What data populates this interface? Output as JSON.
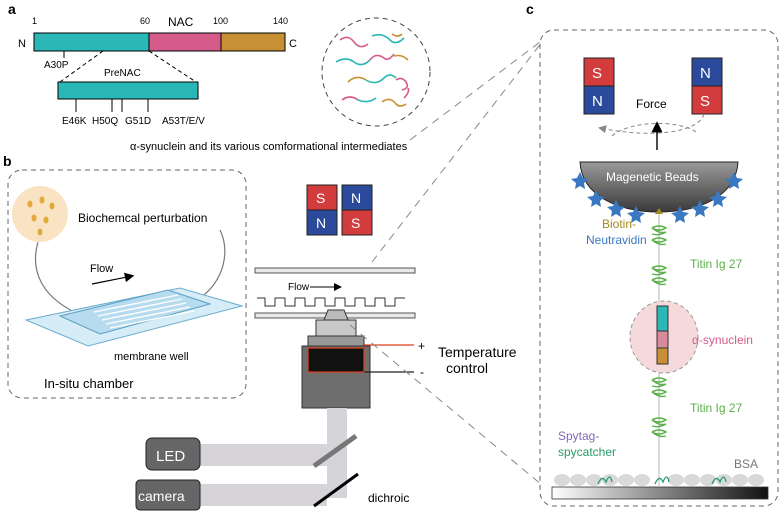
{
  "panel_a": {
    "letter": "a",
    "nac_label": "NAC",
    "n_term": "N",
    "c_term": "C",
    "positions": [
      "1",
      "60",
      "100",
      "140"
    ],
    "a30p": "A30P",
    "prenac": "PreNAC",
    "mutations": [
      "E46K",
      "H50Q",
      "G51D",
      "A53T/E/V"
    ],
    "caption": "α-synuclein and its various comformational intermediates",
    "colors": {
      "n_domain": "#2bb7b5",
      "nac": "#d45b8a",
      "c_domain": "#c79034"
    }
  },
  "panel_b": {
    "letter": "b",
    "perturbation": "Biochemcal perturbation",
    "flow_chamber": "Flow",
    "membrane": "membrane well",
    "chamber_title": "In-situ chamber",
    "magnet_left": {
      "top": "S",
      "bottom": "N"
    },
    "magnet_right": {
      "top": "N",
      "bottom": "S"
    },
    "flow_channel": "Flow",
    "plus": "+",
    "minus": "-",
    "temperature_line1": "Temperature",
    "temperature_line2": "control",
    "led": "LED",
    "camera": "camera",
    "dichroic": "dichroic"
  },
  "panel_c": {
    "letter": "c",
    "magnet_left": {
      "top": "S",
      "bottom": "N"
    },
    "magnet_right": {
      "top": "N",
      "bottom": "S"
    },
    "force": "Force",
    "beads": "Magenetic Beads",
    "biotin": "Biotin-",
    "neutravidin": "Neutravidin",
    "titin_top": "Titin Ig 27",
    "synuclein": "α-synuclein",
    "titin_bottom": "Titin Ig 27",
    "spytag": "Spytag-",
    "spycatcher": "spycatcher",
    "bsa": "BSA",
    "colors": {
      "magnet_red": "#d23c3c",
      "magnet_blue": "#2c4a9c",
      "titin_green": "#5bb04a",
      "synuclein_pink": "#d45b8a",
      "biotin_gold": "#a58a1f",
      "neutravidin_blue": "#3b78c2",
      "spytag_purple": "#7f6ab8",
      "spycatcher_green": "#2a9a6a"
    }
  }
}
